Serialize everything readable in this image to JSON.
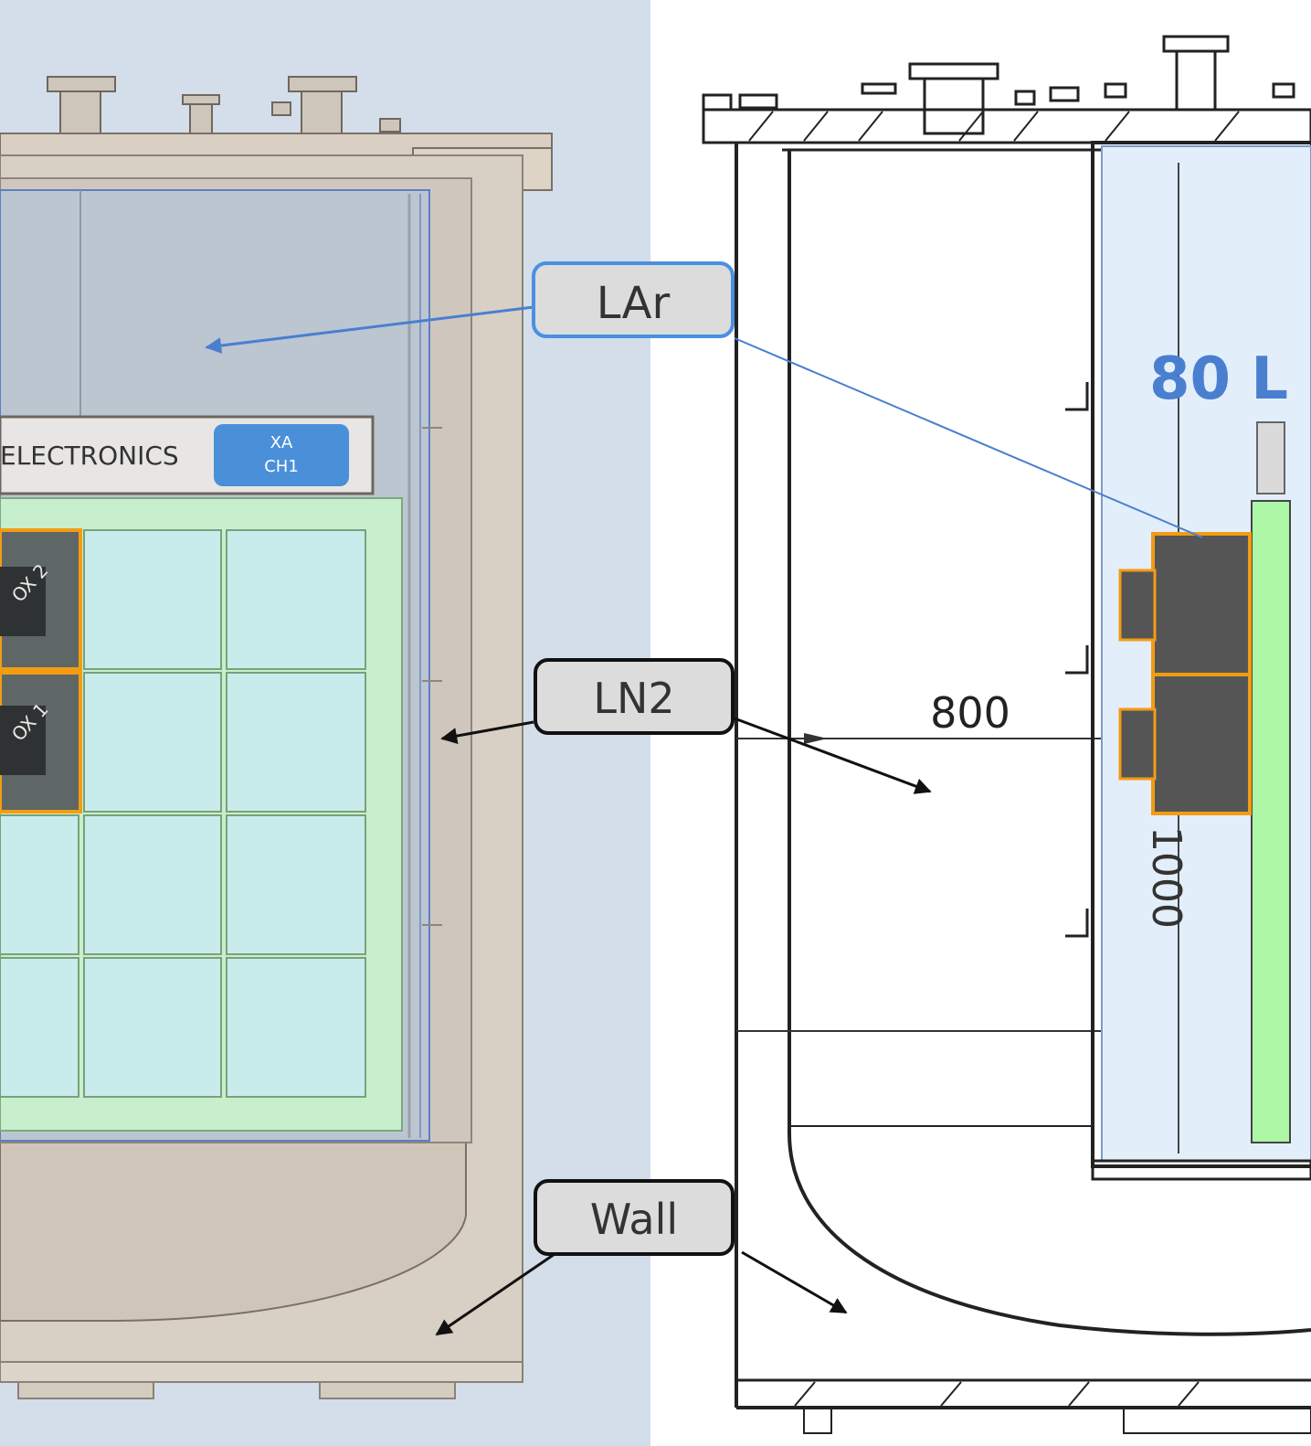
{
  "callouts": {
    "lar": "LAr",
    "ln2": "LN2",
    "wall": "Wall"
  },
  "left_panel": {
    "electronics_label": "ELECTRONICS",
    "xa_line1": "XA",
    "xa_line2": "CH1",
    "box_upper": "OX 2",
    "box_lower": "OX 1"
  },
  "right_panel": {
    "volume_label": "80 L",
    "width_dim": "800",
    "height_dim": "1000"
  },
  "colors": {
    "left_background": "#d3deea",
    "vessel": "#d8cfc5",
    "lar_region": "#bcc6d0",
    "electronics_box": "#e8e6e4",
    "xa_badge": "#4a90d9",
    "green_frame": "#c8efcd",
    "cyan_tile": "#c8ecec",
    "dark_module": "#555555",
    "module_outline": "#f39c12",
    "lar_callout_border": "#4a90e2",
    "volume_text": "#4a7fd0",
    "inner_tank": "#e3eefb",
    "green_bar": "#adf7a6"
  }
}
